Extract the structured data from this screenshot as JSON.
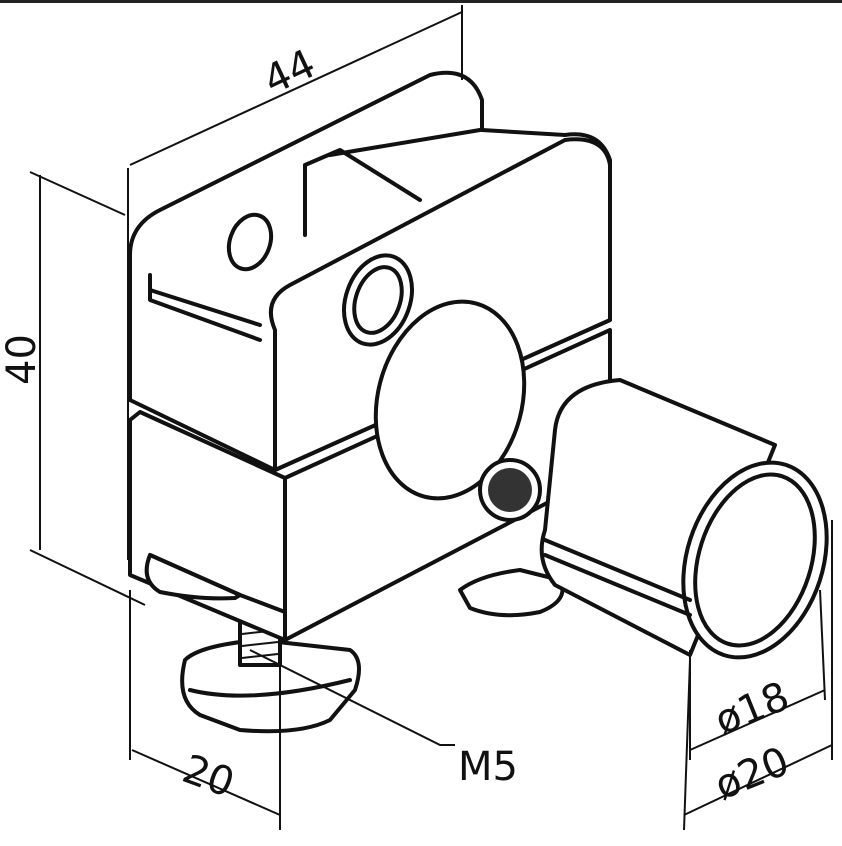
{
  "drawing": {
    "title": "Tube clamp with T-nut, dimensioned isometric drawing",
    "dimensions": {
      "width": "44",
      "height": "40",
      "depth": "20",
      "thread": "M5",
      "inner_diameter": "ø18",
      "outer_diameter": "ø20"
    }
  }
}
